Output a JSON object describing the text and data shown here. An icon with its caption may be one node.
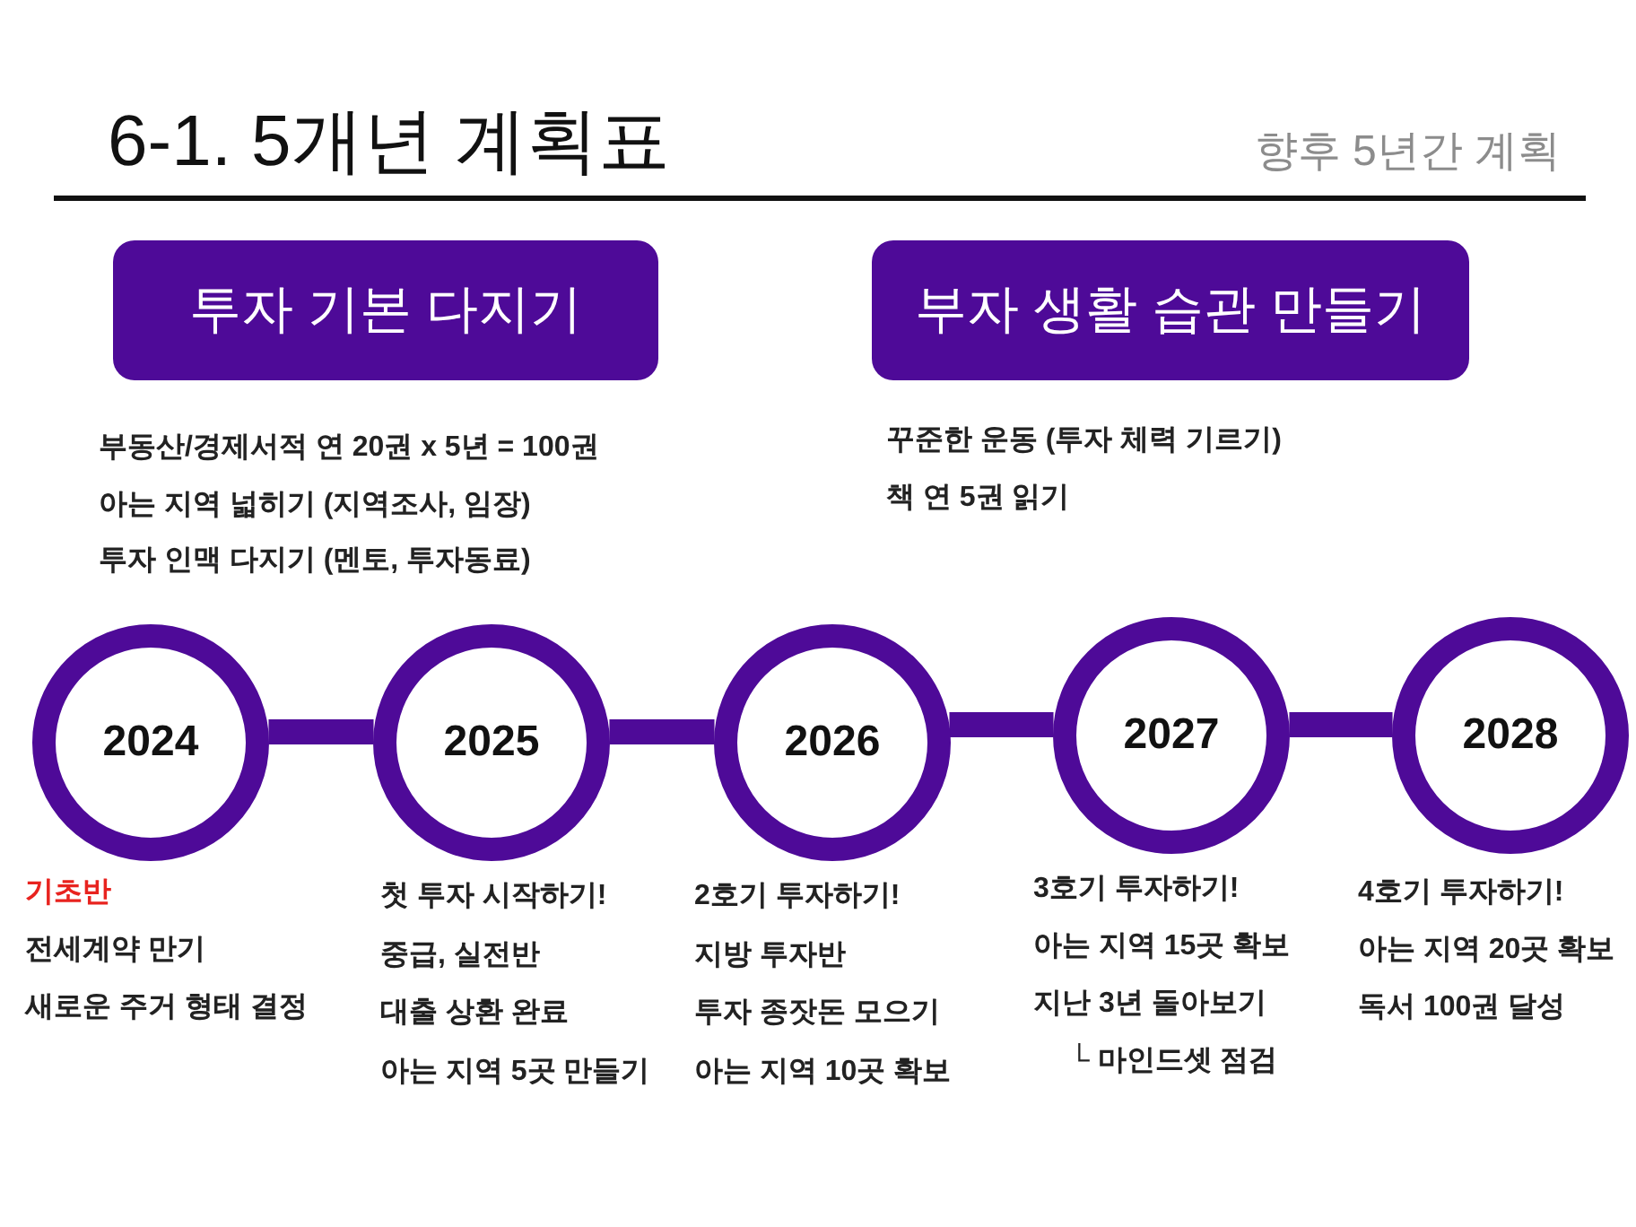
{
  "diagram": {
    "title": "6-1. 5개년 계획표",
    "nodes": [
      {
        "text": [
          "투자 기본 다지기"
        ],
        "beside": [
          "부동산/경제서적 연 20권 x 5년 = 100권",
          "아는 지역 넓히기 (지역조사, 임장)",
          "투자 인맥 다지기 (멘토, 투자동료)"
        ]
      },
      {
        "text": [
          "부자 생활 습관 만들기"
        ],
        "beside": [
          "꾸준한 운동 (투자 체력 기르기)",
          "책 연 5권 읽기"
        ]
      },
      {
        "text": [
          "2024"
        ],
        "beside": [
          "기초반",
          "전세계약 만기",
          "새로운 주거 형태 결정"
        ]
      },
      {
        "text": [
          "2025"
        ],
        "beside": [
          "첫 투자 시작하기!",
          "중급, 실전반",
          "대출 상환 완료",
          "아는 지역 5곳 만들기"
        ]
      },
      {
        "text": [
          "2026"
        ],
        "beside": [
          "2호기 투자하기!",
          "지방 투자반",
          "투자 종잣돈 모으기",
          "아는 지역 10곳 확보"
        ]
      },
      {
        "text": [
          "2027"
        ],
        "beside": [
          "3호기 투자하기!",
          "아는 지역 15곳 확보",
          "지난 3년 돌아보기",
          "└ 마인드셋 점검"
        ]
      },
      {
        "text": [
          "2028"
        ],
        "beside": [
          "4호기 투자하기!",
          "아는 지역 20곳 확보",
          "독서 100권 달성"
        ]
      }
    ],
    "edges": [
      {
        "from": 2,
        "to": 3,
        "arrow": "none"
      },
      {
        "from": 3,
        "to": 4,
        "arrow": "none"
      },
      {
        "from": 4,
        "to": 5,
        "arrow": "none"
      },
      {
        "from": 5,
        "to": 6,
        "arrow": "none"
      }
    ],
    "labels": [
      "향후 5년간 계획"
    ]
  }
}
